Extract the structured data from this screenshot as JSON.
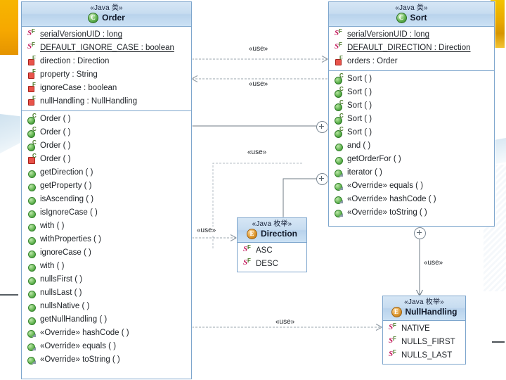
{
  "diagram": {
    "title": "Spring Data Sort UML class diagram",
    "accent_header": "#c6dcf0",
    "accent_border": "#7ea6cd",
    "gold": "#f6a800"
  },
  "classes": {
    "order": {
      "stereotype": "«Java 类»",
      "name": "Order",
      "badge": "class-badge-C",
      "fields": [
        {
          "label": "serialVersionUID : long",
          "icon": "static-field-icon",
          "static": true
        },
        {
          "label": "DEFAULT_IGNORE_CASE : boolean",
          "icon": "static-field-icon",
          "static": true
        },
        {
          "label": "direction : Direction",
          "icon": "private-field-icon",
          "static": false
        },
        {
          "label": "property : String",
          "icon": "private-field-icon",
          "static": false
        },
        {
          "label": "ignoreCase : boolean",
          "icon": "private-field-icon",
          "static": false
        },
        {
          "label": "nullHandling : NullHandling",
          "icon": "private-field-icon",
          "static": false
        }
      ],
      "methods": [
        {
          "label": "Order ( )",
          "icon": "public-constructor-icon"
        },
        {
          "label": "Order ( )",
          "icon": "public-constructor-icon"
        },
        {
          "label": "Order ( )",
          "icon": "public-constructor-icon"
        },
        {
          "label": "Order ( )",
          "icon": "private-constructor-icon"
        },
        {
          "label": "getDirection ( )",
          "icon": "public-method-icon"
        },
        {
          "label": "getProperty ( )",
          "icon": "public-method-icon"
        },
        {
          "label": "isAscending ( )",
          "icon": "public-method-icon"
        },
        {
          "label": "isIgnoreCase ( )",
          "icon": "public-method-icon"
        },
        {
          "label": "with ( )",
          "icon": "public-method-icon"
        },
        {
          "label": "withProperties ( )",
          "icon": "public-method-icon"
        },
        {
          "label": "ignoreCase ( )",
          "icon": "public-method-icon"
        },
        {
          "label": "with ( )",
          "icon": "public-method-icon"
        },
        {
          "label": "nullsFirst ( )",
          "icon": "public-method-icon"
        },
        {
          "label": "nullsLast ( )",
          "icon": "public-method-icon"
        },
        {
          "label": "nullsNative ( )",
          "icon": "public-method-icon"
        },
        {
          "label": "getNullHandling ( )",
          "icon": "public-method-icon"
        },
        {
          "label": "«Override» hashCode ( )",
          "icon": "override-method-icon"
        },
        {
          "label": "«Override» equals ( )",
          "icon": "override-method-icon"
        },
        {
          "label": "«Override» toString ( )",
          "icon": "override-method-icon"
        }
      ]
    },
    "sort": {
      "stereotype": "«Java 类»",
      "name": "Sort",
      "badge": "class-badge-C",
      "fields": [
        {
          "label": "serialVersionUID : long",
          "icon": "static-field-icon",
          "static": true
        },
        {
          "label": "DEFAULT_DIRECTION : Direction",
          "icon": "static-field-icon",
          "static": true
        },
        {
          "label": "orders : Order",
          "icon": "private-field-icon",
          "static": false
        }
      ],
      "methods": [
        {
          "label": "Sort ( )",
          "icon": "public-constructor-icon"
        },
        {
          "label": "Sort ( )",
          "icon": "public-constructor-icon"
        },
        {
          "label": "Sort ( )",
          "icon": "public-constructor-icon"
        },
        {
          "label": "Sort ( )",
          "icon": "public-constructor-icon"
        },
        {
          "label": "Sort ( )",
          "icon": "public-constructor-icon"
        },
        {
          "label": "and ( )",
          "icon": "public-method-icon"
        },
        {
          "label": "getOrderFor ( )",
          "icon": "public-method-icon"
        },
        {
          "label": "iterator ( )",
          "icon": "override-method-icon"
        },
        {
          "label": "«Override» equals ( )",
          "icon": "override-method-icon"
        },
        {
          "label": "«Override» hashCode ( )",
          "icon": "override-method-icon"
        },
        {
          "label": "«Override» toString ( )",
          "icon": "override-method-icon"
        }
      ]
    },
    "direction": {
      "stereotype": "«Java 枚举»",
      "name": "Direction",
      "badge": "enum-badge-E",
      "constants": [
        {
          "label": "ASC",
          "icon": "enum-constant-icon"
        },
        {
          "label": "DESC",
          "icon": "enum-constant-icon"
        }
      ]
    },
    "nullhandling": {
      "stereotype": "«Java 枚举»",
      "name": "NullHandling",
      "badge": "enum-badge-E",
      "constants": [
        {
          "label": "NATIVE",
          "icon": "enum-constant-icon"
        },
        {
          "label": "NULLS_FIRST",
          "icon": "enum-constant-icon"
        },
        {
          "label": "NULLS_LAST",
          "icon": "enum-constant-icon"
        }
      ]
    }
  },
  "relations": [
    {
      "id": "order-to-sort",
      "label": "«use»",
      "kind": "dependency"
    },
    {
      "id": "sort-to-order",
      "label": "«use»",
      "kind": "dependency"
    },
    {
      "id": "order-to-direction",
      "label": "«use»",
      "kind": "dependency"
    },
    {
      "id": "sort-to-direction",
      "label": "«use»",
      "kind": "dependency"
    },
    {
      "id": "order-to-nullhandling",
      "label": "«use»",
      "kind": "dependency"
    },
    {
      "id": "sort-to-nullhandling",
      "label": "«use»",
      "kind": "dependency"
    }
  ],
  "badges": {
    "class_letter": "C",
    "enum_letter": "E"
  }
}
